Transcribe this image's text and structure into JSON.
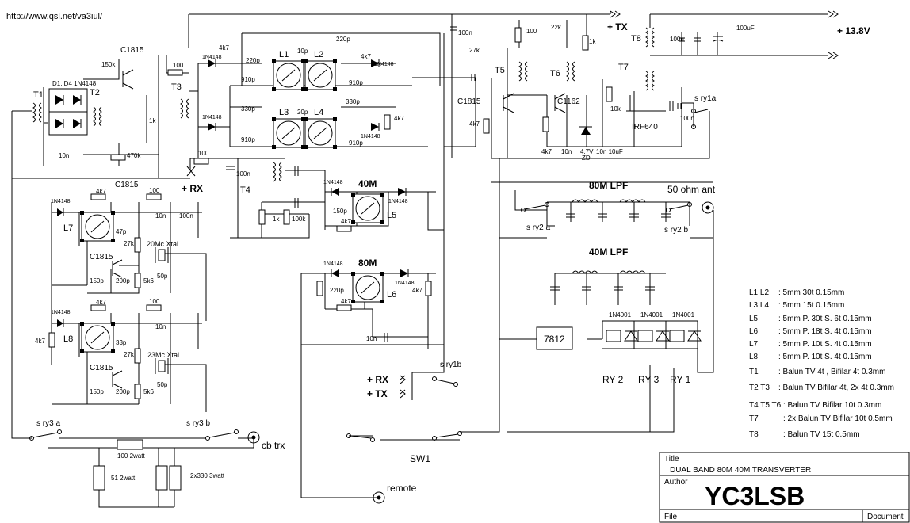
{
  "header": {
    "url": "http://www.qsl.net/va3iul/"
  },
  "rails": {
    "tx": "+ TX",
    "rx": "+ RX",
    "supply": "+ 13.8V"
  },
  "sections": {
    "lpf80": "80M LPF",
    "lpf40": "40M LPF",
    "band40": "40M",
    "band80": "80M",
    "antenna": "50 ohm ant",
    "regulator": "7812",
    "cbtrx": "cb trx",
    "remote": "remote",
    "switch": "SW1",
    "rx_in": "+ RX",
    "tx_in": "+ TX"
  },
  "relays": [
    "RY 2",
    "RY 3",
    "RY 1"
  ],
  "switches": {
    "sry1a": "s ry1a",
    "sry1b": "s ry1b",
    "sry2a": "s ry2 a",
    "sry2b": "s ry2 b",
    "sry3a": "s ry3 a",
    "sry3b": "s ry3 b"
  },
  "components": {
    "T1": "T1",
    "T2": "T2",
    "T3": "T3",
    "T4": "T4",
    "T5": "T5",
    "T6": "T6",
    "T7": "T7",
    "T8": "T8",
    "L1": "L1",
    "L2": "L2",
    "L3": "L3",
    "L4": "L4",
    "L5": "L5",
    "L6": "L6",
    "L7": "L7",
    "L8": "L8",
    "d1d4": "D1..D4 1N4148",
    "c1815": "C1815",
    "c1162": "C1162",
    "irf640": "IRF640",
    "xtal20": "20Mc Xtal",
    "xtal23": "23Mc Xtal",
    "zd": "4.7V",
    "zd2": "ZD",
    "r100_2w": "100 2watt",
    "r51_2w": "51 2watt",
    "r330_3w": "2x330 3watt",
    "cap100u": "100uF",
    "cap10u": "10n 10uF"
  },
  "values": [
    "100",
    "10n",
    "1k",
    "4k7",
    "22k",
    "27k",
    "100n",
    "150k",
    "470k",
    "100k",
    "220p",
    "330p",
    "910p",
    "10p",
    "20p",
    "47p",
    "33p",
    "150p",
    "200p",
    "50p",
    "5k6",
    "10k",
    "1N4148",
    "1N4001"
  ],
  "legend": [
    {
      "ref": "L1   L2",
      "desc": ": 5mm 30t 0.15mm"
    },
    {
      "ref": "L3   L4",
      "desc": ": 5mm 15t 0.15mm"
    },
    {
      "ref": "L5",
      "desc": ": 5mm P. 30t  S. 6t 0.15mm"
    },
    {
      "ref": "L6",
      "desc": ": 5mm P. 18t  S. 4t 0.15mm"
    },
    {
      "ref": "L7",
      "desc": ": 5mm P. 10t  S. 4t 0.15mm"
    },
    {
      "ref": "L8",
      "desc": ": 5mm P. 10t  S. 4t 0.15mm"
    },
    {
      "ref": "T1",
      "desc": ": Balun TV 4t , Bifilar 4t 0.3mm"
    },
    {
      "ref": "T2 T3",
      "desc": ": Balun TV Bifilar 4t, 2x 4t 0.3mm"
    },
    {
      "ref": "T4  T5  T6",
      "desc": ": Balun TV Bifilar 10t 0.3mm"
    },
    {
      "ref": "T7",
      "desc": ": 2x Balun TV Bifilar 10t 0.5mm"
    },
    {
      "ref": "T8",
      "desc": ": Balun TV 15t  0.5mm"
    }
  ],
  "titleblock": {
    "title_label": "Title",
    "title": "DUAL BAND 80M 40M TRANSVERTER",
    "author_label": "Author",
    "author": "YC3LSB",
    "file_label": "File",
    "document_label": "Document"
  }
}
